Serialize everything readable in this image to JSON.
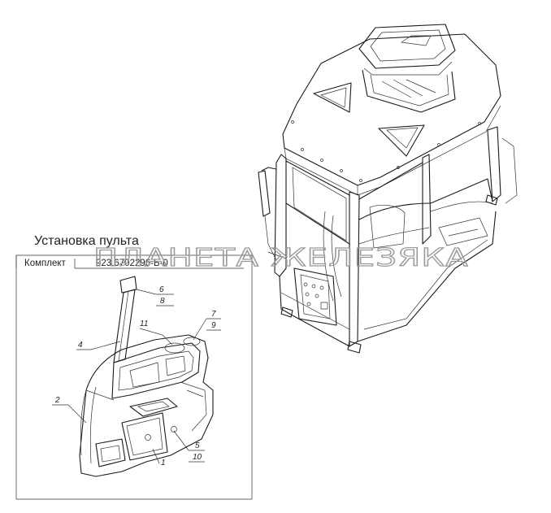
{
  "watermark": "ПЛАНЕТА ЖЕЛЕЗЯКА",
  "inset": {
    "caption": "Установка пульта",
    "kit_label": "Комплект",
    "kit_number": "923.6702296-Б-0"
  },
  "callouts": [
    {
      "id": "1",
      "label": "1"
    },
    {
      "id": "2",
      "label": "2"
    },
    {
      "id": "4",
      "label": "4"
    },
    {
      "id": "5",
      "label": "5"
    },
    {
      "id": "6",
      "label": "6"
    },
    {
      "id": "7",
      "label": "7"
    },
    {
      "id": "8",
      "label": "8"
    },
    {
      "id": "9",
      "label": "9"
    },
    {
      "id": "10",
      "label": "10"
    },
    {
      "id": "11",
      "label": "11"
    }
  ]
}
